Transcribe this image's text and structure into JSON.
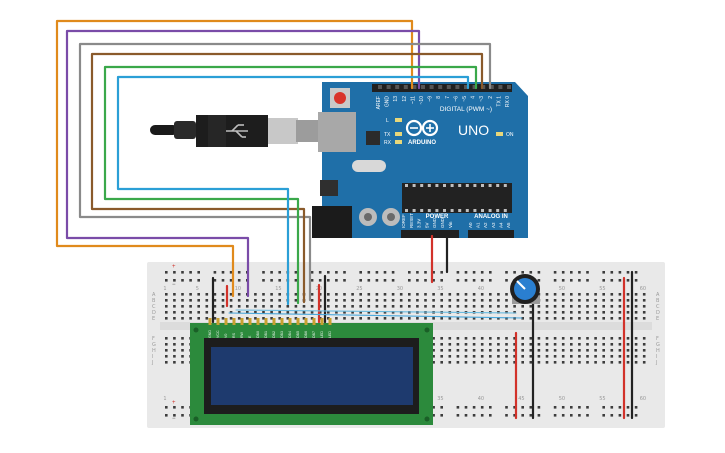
{
  "board": {
    "header_digital": "DIGITAL (PWM ~)",
    "pin_labels": [
      "AREF",
      "GND",
      "13",
      "12",
      "~11",
      "~10",
      "~9",
      "8",
      "7",
      "~6",
      "~5",
      "4",
      "~3",
      "2",
      "TX 1",
      "RX 0"
    ],
    "brand": "ARDUINO",
    "model": "UNO",
    "led_l": "L",
    "led_tx": "TX",
    "led_rx": "RX",
    "led_on": "ON",
    "power_header": "POWER",
    "analog_header": "ANALOG IN",
    "power_pins": [
      "IOREF",
      "RESET",
      "3.3V",
      "5V",
      "GND",
      "GND",
      "Vin"
    ],
    "analog_pins": [
      "A0",
      "A1",
      "A2",
      "A3",
      "A4",
      "A5"
    ]
  },
  "breadboard": {
    "row_letters": [
      "A",
      "B",
      "C",
      "D",
      "E",
      "F",
      "G",
      "H",
      "I",
      "J"
    ],
    "col_numbers": [
      "1",
      "5",
      "10",
      "15",
      "20",
      "25",
      "30",
      "35",
      "40",
      "45",
      "50",
      "55",
      "60"
    ]
  },
  "lcd": {
    "pin_labels": [
      "GND",
      "VCC",
      "V0",
      "RS",
      "RW",
      "E",
      "DB0",
      "DB1",
      "DB2",
      "DB3",
      "DB4",
      "DB5",
      "DB6",
      "DB7",
      "LED",
      "LED"
    ]
  },
  "colors": {
    "arduino_blue": "#1f6fa8",
    "lcd_green": "#2c8a3c",
    "lcd_screen": "#1e3a6e",
    "wire_orange": "#e08a1c",
    "wire_purple": "#7a4ca8",
    "wire_gray": "#8a8a8a",
    "wire_brown": "#8a5a2b",
    "wire_green": "#3aa84a",
    "wire_blue": "#2b9fd6",
    "wire_red": "#d2322a",
    "wire_black": "#222222"
  }
}
